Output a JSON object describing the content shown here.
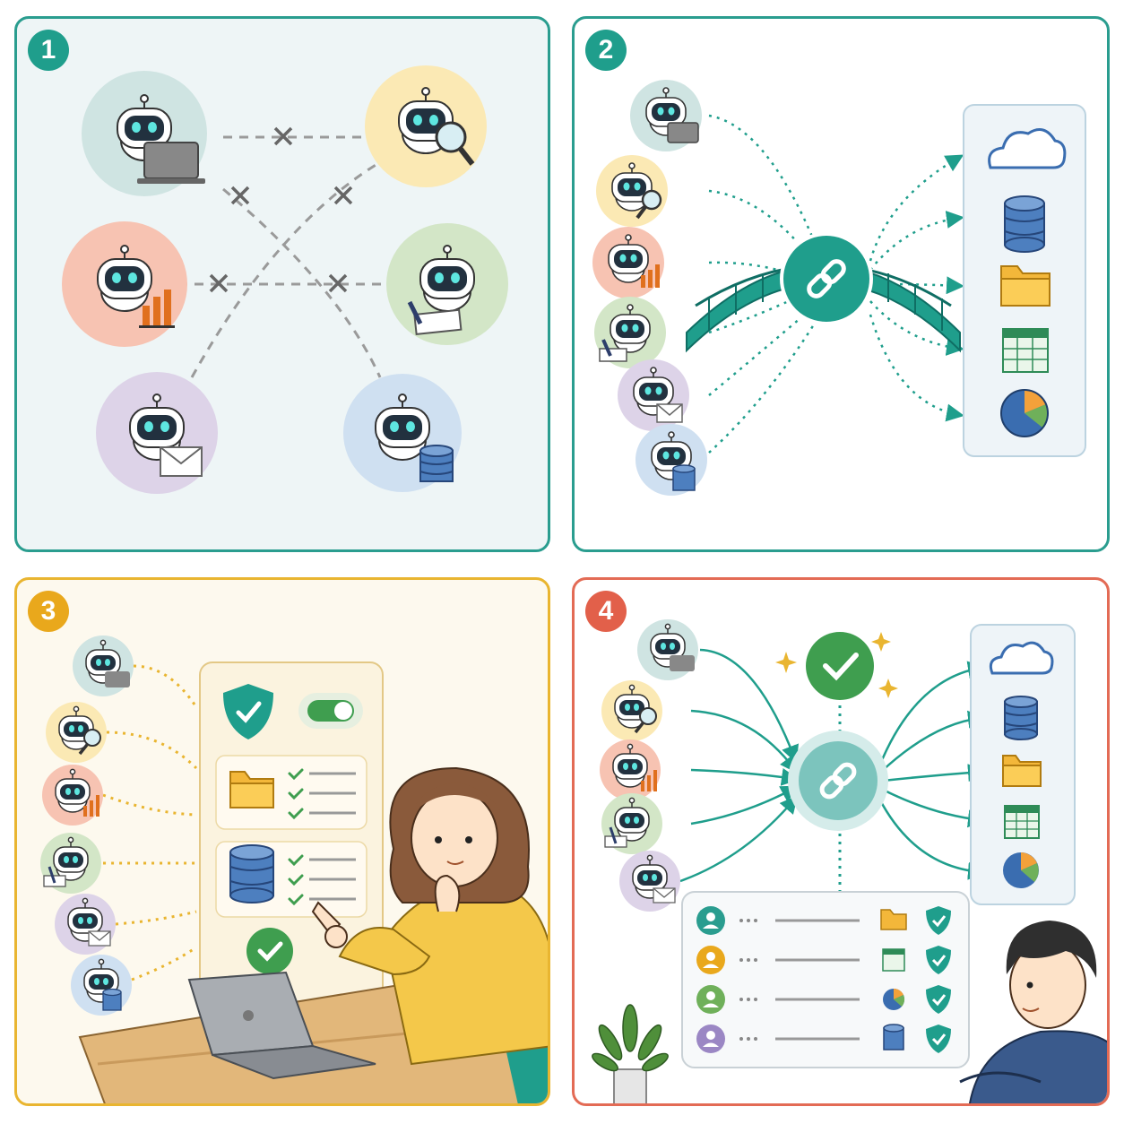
{
  "panels": [
    {
      "number": "1",
      "color": "#1f9e8c"
    },
    {
      "number": "2",
      "color": "#1f9e8c"
    },
    {
      "number": "3",
      "color": "#e9a81c"
    },
    {
      "number": "4",
      "color": "#e2604a"
    }
  ],
  "colors": {
    "teal": "#1f9e8c",
    "gold": "#e9b530",
    "coral": "#e36b55",
    "gray_dash": "#9a9a9a"
  },
  "agents": [
    {
      "tool": "laptop",
      "circle": "#cfe4e2"
    },
    {
      "tool": "magnifier",
      "circle": "#fbe9b4"
    },
    {
      "tool": "bar-chart",
      "circle": "#f7c3b2"
    },
    {
      "tool": "pen-paper",
      "circle": "#d3e6c7"
    },
    {
      "tool": "envelope",
      "circle": "#ddd3e8"
    },
    {
      "tool": "database",
      "circle": "#cfe0f1"
    }
  ],
  "resources": [
    "cloud-icon",
    "database-icon",
    "folder-icon",
    "spreadsheet-icon",
    "pie-chart-icon"
  ],
  "permission_rows": [
    {
      "avatar_color": "#2a9d8f",
      "resource": "folder-icon"
    },
    {
      "avatar_color": "#e9a81c",
      "resource": "spreadsheet-icon"
    },
    {
      "avatar_color": "#6fb05a",
      "resource": "pie-chart-icon"
    },
    {
      "avatar_color": "#9b87c4",
      "resource": "database-icon"
    }
  ]
}
